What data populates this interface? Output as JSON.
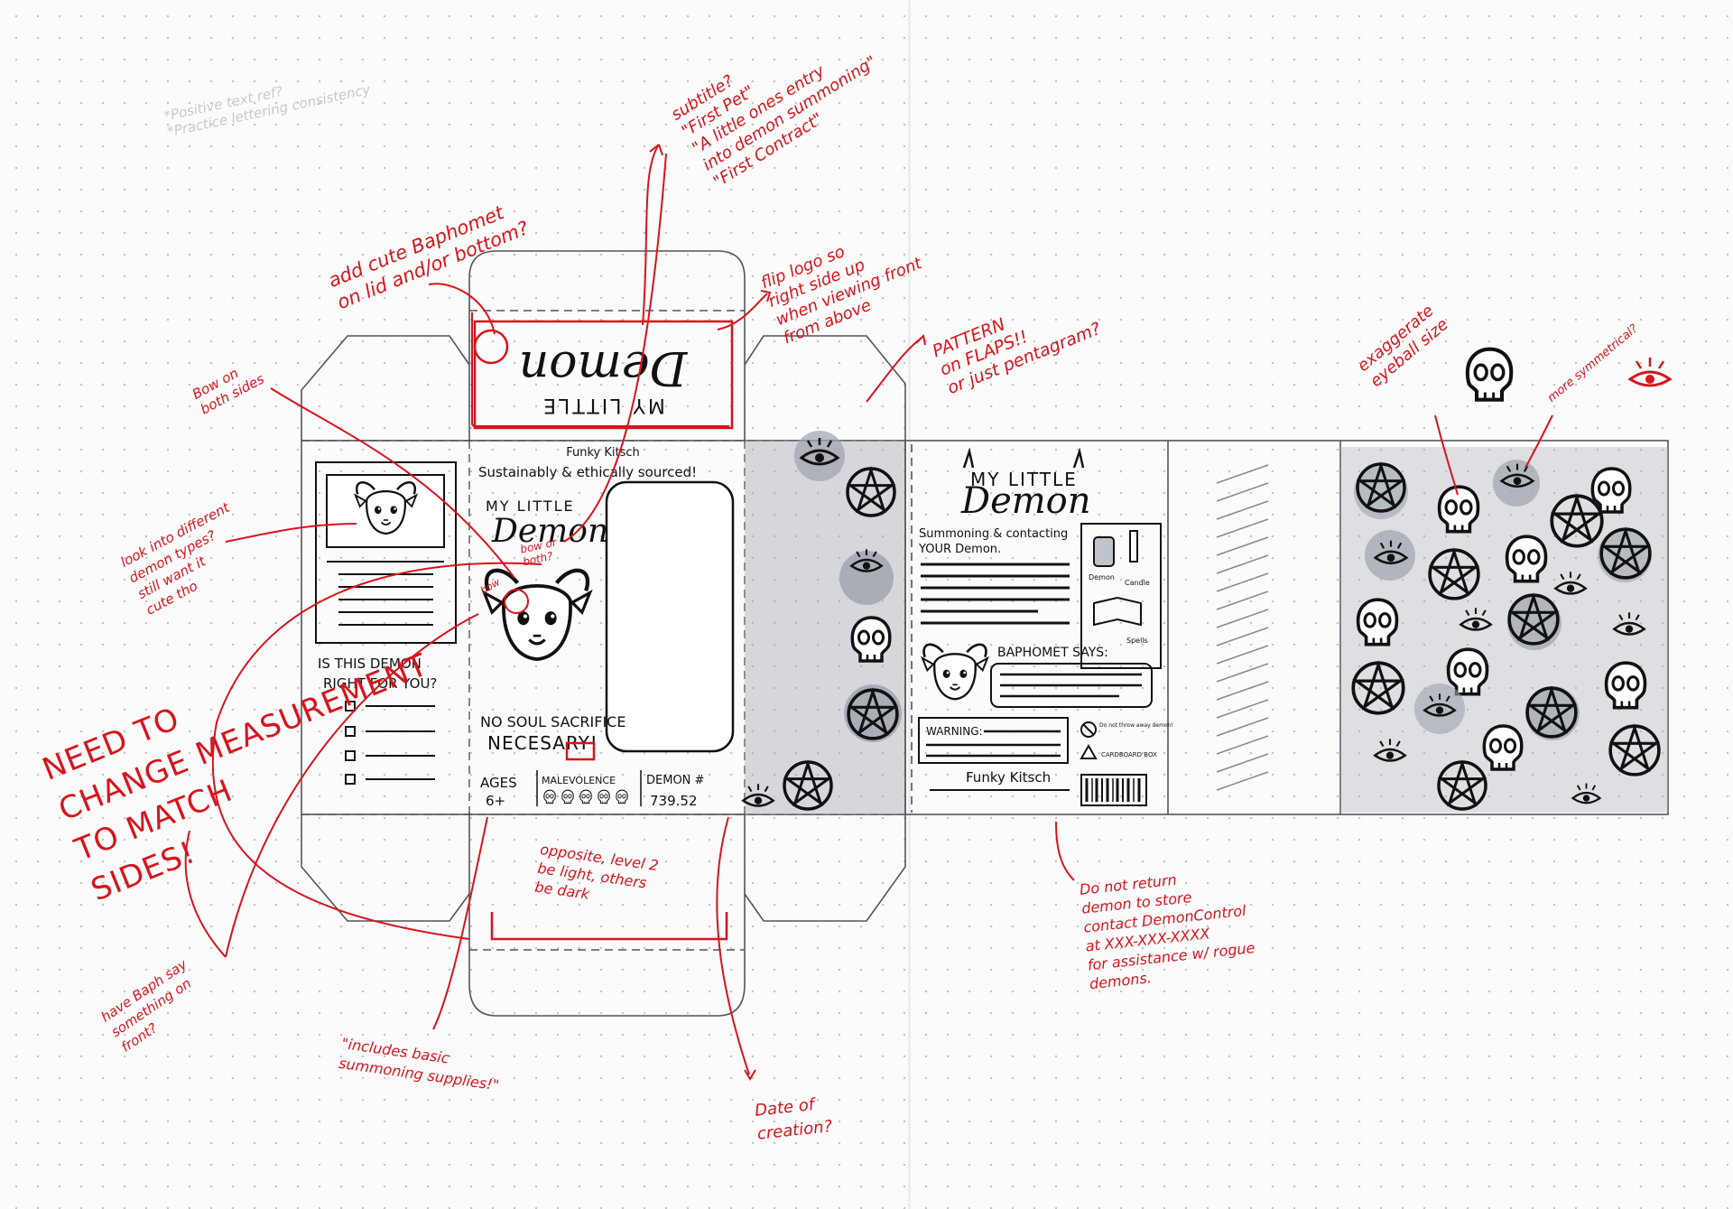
{
  "front_panel": {
    "brand": "Funky Kitsch",
    "tagline": "Sustainably & ethically sourced!",
    "logo_top": "MY LITTLE",
    "logo_bottom": "Demon",
    "no_soul": "NO SOUL SACRIFICE",
    "necesary": "NECESARY!",
    "ages_label": "AGES",
    "ages_value": "6+",
    "malevolence_label": "MALEVOLENCE",
    "demon_no_label": "DEMON #",
    "demon_no_value": "739.52"
  },
  "lid": {
    "logo_top": "MY LITTLE",
    "logo_bottom": "Demon"
  },
  "left_panel": {
    "question_line1": "IS THIS DEMON",
    "question_line2": "RIGHT FOR YOU?"
  },
  "back_panel": {
    "logo_top": "MY LITTLE",
    "logo_bottom": "Demon",
    "summoning": "Summoning & contacting\nYOUR Demon.",
    "supplies": [
      "Demon",
      "Candle",
      "Spells"
    ],
    "baphomet_says": "BAPHOMET SAYS:",
    "warning": "WARNING:",
    "do_not_throw": "Do not throw away demon!",
    "cardboard_box": "CARDBOARD BOX",
    "brand": "Funky Kitsch"
  },
  "notes": {
    "subtitle": "subtitle?\n\"First Pet\"\n\"A little ones entry\ninto demon summoning\"\n\"First Contract\"",
    "add_cute": "add cute Baphomet\non lid and/or bottom?",
    "flip_logo": "flip logo so\nright side up\nwhen viewing front\nfrom above",
    "pattern": "PATTERN\non FLAPS!!\nor just pentagram?",
    "bow_sides": "Bow on\nboth sides",
    "look_into": "look into different\ndemon types?\nstill want it\ncute tho",
    "bow_or_both": "bow or\nboth?",
    "bow_small": "bow",
    "need_to": "NEED TO\nCHANGE MEASUREMENT\nTO MATCH\nSIDES!",
    "opposite": "opposite, level 2\nbe light, others\nbe dark",
    "have_baph": "have Baph say\nsomething on\nfront?",
    "includes": "\"includes basic\nsummoning supplies!\"",
    "date": "Date of\ncreation?",
    "do_not_return": "Do not return\ndemon to store\ncontact DemonControl\nat XXX-XXX-XXXX\nfor assistance w/ rogue\ndemons.",
    "exaggerate": "exaggerate\neyeball size",
    "more_symmetrical": "more symmetrical?",
    "pencil": "*Positive text ref?\n*Practice lettering consistency"
  },
  "colors": {
    "ink": "#111111",
    "red_pen": "#d8141c",
    "marker_gray": "#9ea3ad"
  }
}
